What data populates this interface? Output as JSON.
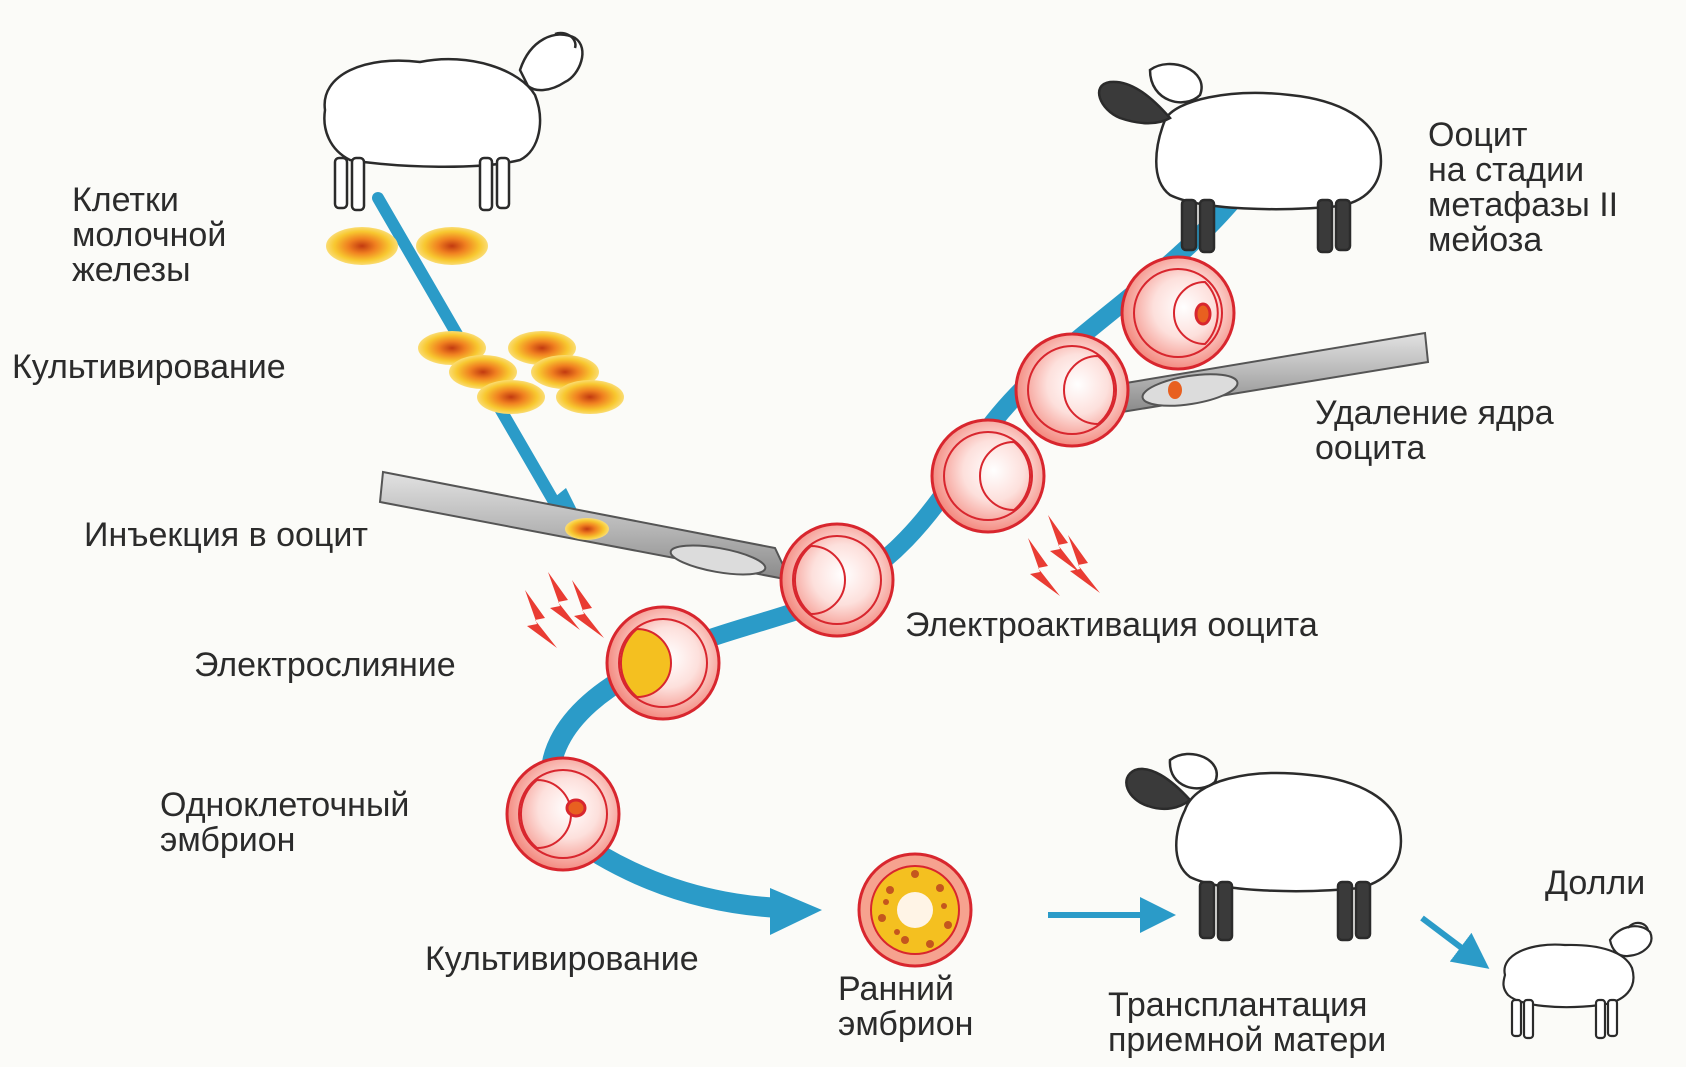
{
  "labels": {
    "mammary_cells": "Клетки\nмолочной\nжелезы",
    "cultivation_top": "Культивирование",
    "injection": "Инъекция в ооцит",
    "electrofusion": "Электрослияние",
    "one_cell_embryo": "Одноклеточный\nэмбрион",
    "cultivation_bottom": "Культивирование",
    "early_embryo": "Ранний\nэмбрион",
    "transplant": "Трансплантация\nприемной матери",
    "dolly": "Долли",
    "oocyte_metaphase": "Ооцит\nна стадии\nметафазы II\nмейоза",
    "enucleation": "Удаление ядра\nооцита",
    "electroactivation": "Электроактивация ооцита"
  },
  "colors": {
    "path": "#2b9bc8",
    "cell_fill": "#f28c82",
    "cell_stroke": "#d8262e",
    "donor_cell": "#f4c020",
    "spark": "#e8281e",
    "pipette": "#bdbdbd",
    "sheep_face_dark": "#3a3a3a"
  },
  "icons": {
    "donor_sheep": "white-faced-sheep",
    "egg_sheep": "black-faced-sheep",
    "surrogate_sheep": "black-faced-sheep",
    "dolly_lamb": "white-faced-lamb"
  }
}
